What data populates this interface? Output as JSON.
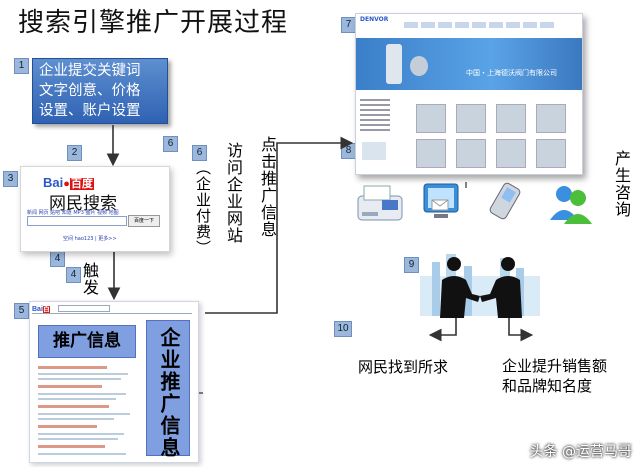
{
  "title": "搜索引擎推广开展过程",
  "step_numbers": [
    "1",
    "2",
    "3",
    "4",
    "4",
    "5",
    "6",
    "6",
    "7",
    "8",
    "9",
    "10"
  ],
  "step1": {
    "lines": [
      "企业提交关键词",
      "文字创意、价格",
      "设置、账户设置"
    ]
  },
  "baidu": {
    "logo_left": "Bai",
    "logo_right": "百度",
    "heading": "网民搜索",
    "nav": "新闻 网页 贴吧 知道 MP3 图片 视频 地图",
    "button": "百度一下",
    "footer": "空间  hao123 | 更多>>"
  },
  "trigger_label": "触发",
  "results": {
    "promo_label": "推广信息",
    "side_label": "企业推广信息"
  },
  "paid_label": "（企业付费）",
  "visit_label": "访问企业网站",
  "click_label": "点击推广信息",
  "produce_label": "产生咨询",
  "site": {
    "logo": "DENVOR",
    "banner": "中国・上海德沃阀门有限公司"
  },
  "outcomes": [
    "网民找到所求",
    "企业提升销售额和品牌知名度"
  ],
  "footer": "头条 @运营马哥",
  "colors": {
    "step_box": "#3e72c0",
    "tag": "#9bb8dc",
    "highlight": "#7f9fe0"
  }
}
